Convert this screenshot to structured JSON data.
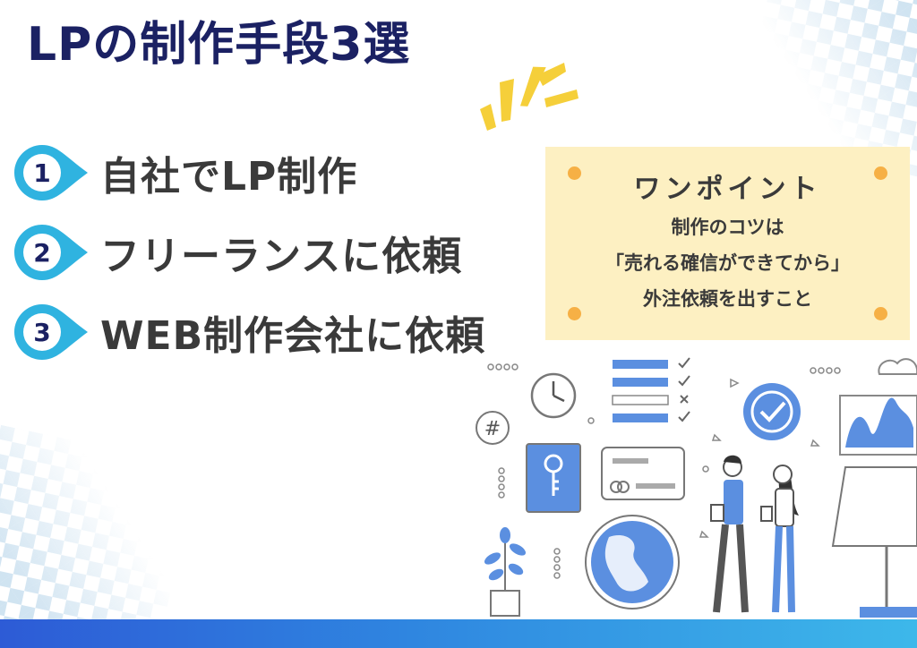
{
  "title": "LPの制作手段3選",
  "methods": [
    {
      "number": "1",
      "label": "自社でLP制作"
    },
    {
      "number": "2",
      "label": "フリーランスに依頼"
    },
    {
      "number": "3",
      "label": "WEB制作会社に依頼"
    }
  ],
  "note": {
    "heading": "ワンポイント",
    "lines": [
      "制作のコツは",
      "「売れる確信ができてから」",
      "外注依頼を出すこと"
    ]
  },
  "colors": {
    "title": "#1b2163",
    "badge": "#2fb3e0",
    "note_bg": "#fdf0c2",
    "pin": "#f6b045",
    "accent_blue": "#5b8fe0",
    "sparkle": "#f5cf3a"
  },
  "icons": [
    "sparkle-icon",
    "clock-icon",
    "hashtag-icon",
    "checklist-icon",
    "check-circle-icon",
    "chart-icon",
    "key-lock-icon",
    "credit-card-icon",
    "globe-icon",
    "plant-icon",
    "cloud-icon"
  ]
}
